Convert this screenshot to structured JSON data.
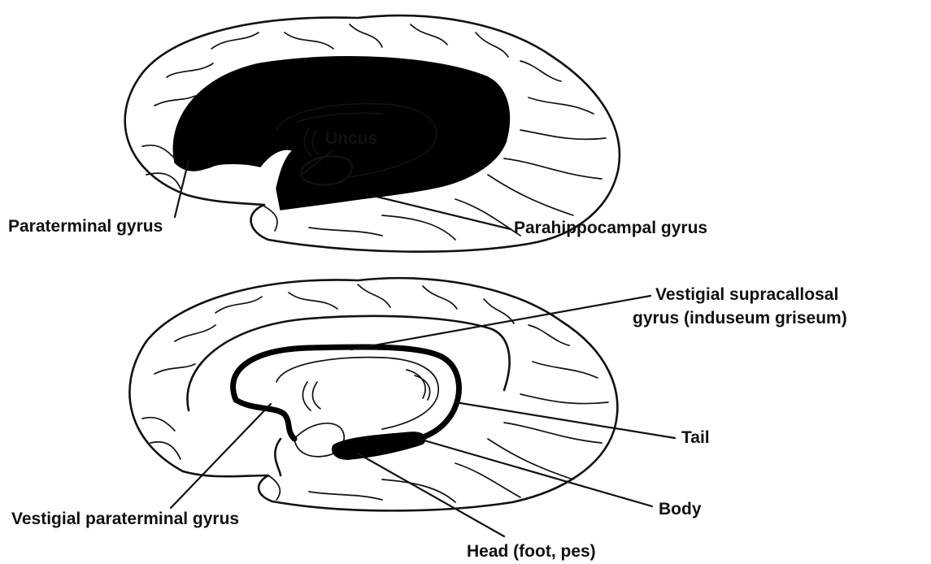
{
  "diagram": {
    "colors": {
      "ink": "#111111",
      "fill": "#000000",
      "paper": "#ffffff"
    },
    "top_brain": {
      "labels": {
        "uncus": "Uncus",
        "paraterminal": "Paraterminal gyrus",
        "parahippocampal": "Parahippocampal gyrus"
      }
    },
    "bottom_brain": {
      "labels": {
        "vestigial_supracallosal_1": "Vestigial supracallosal",
        "vestigial_supracallosal_2": "gyrus (induseum griseum)",
        "tail": "Tail",
        "body": "Body",
        "head": "Head (foot, pes)",
        "vestigial_paraterminal": "Vestigial paraterminal gyrus"
      }
    }
  }
}
